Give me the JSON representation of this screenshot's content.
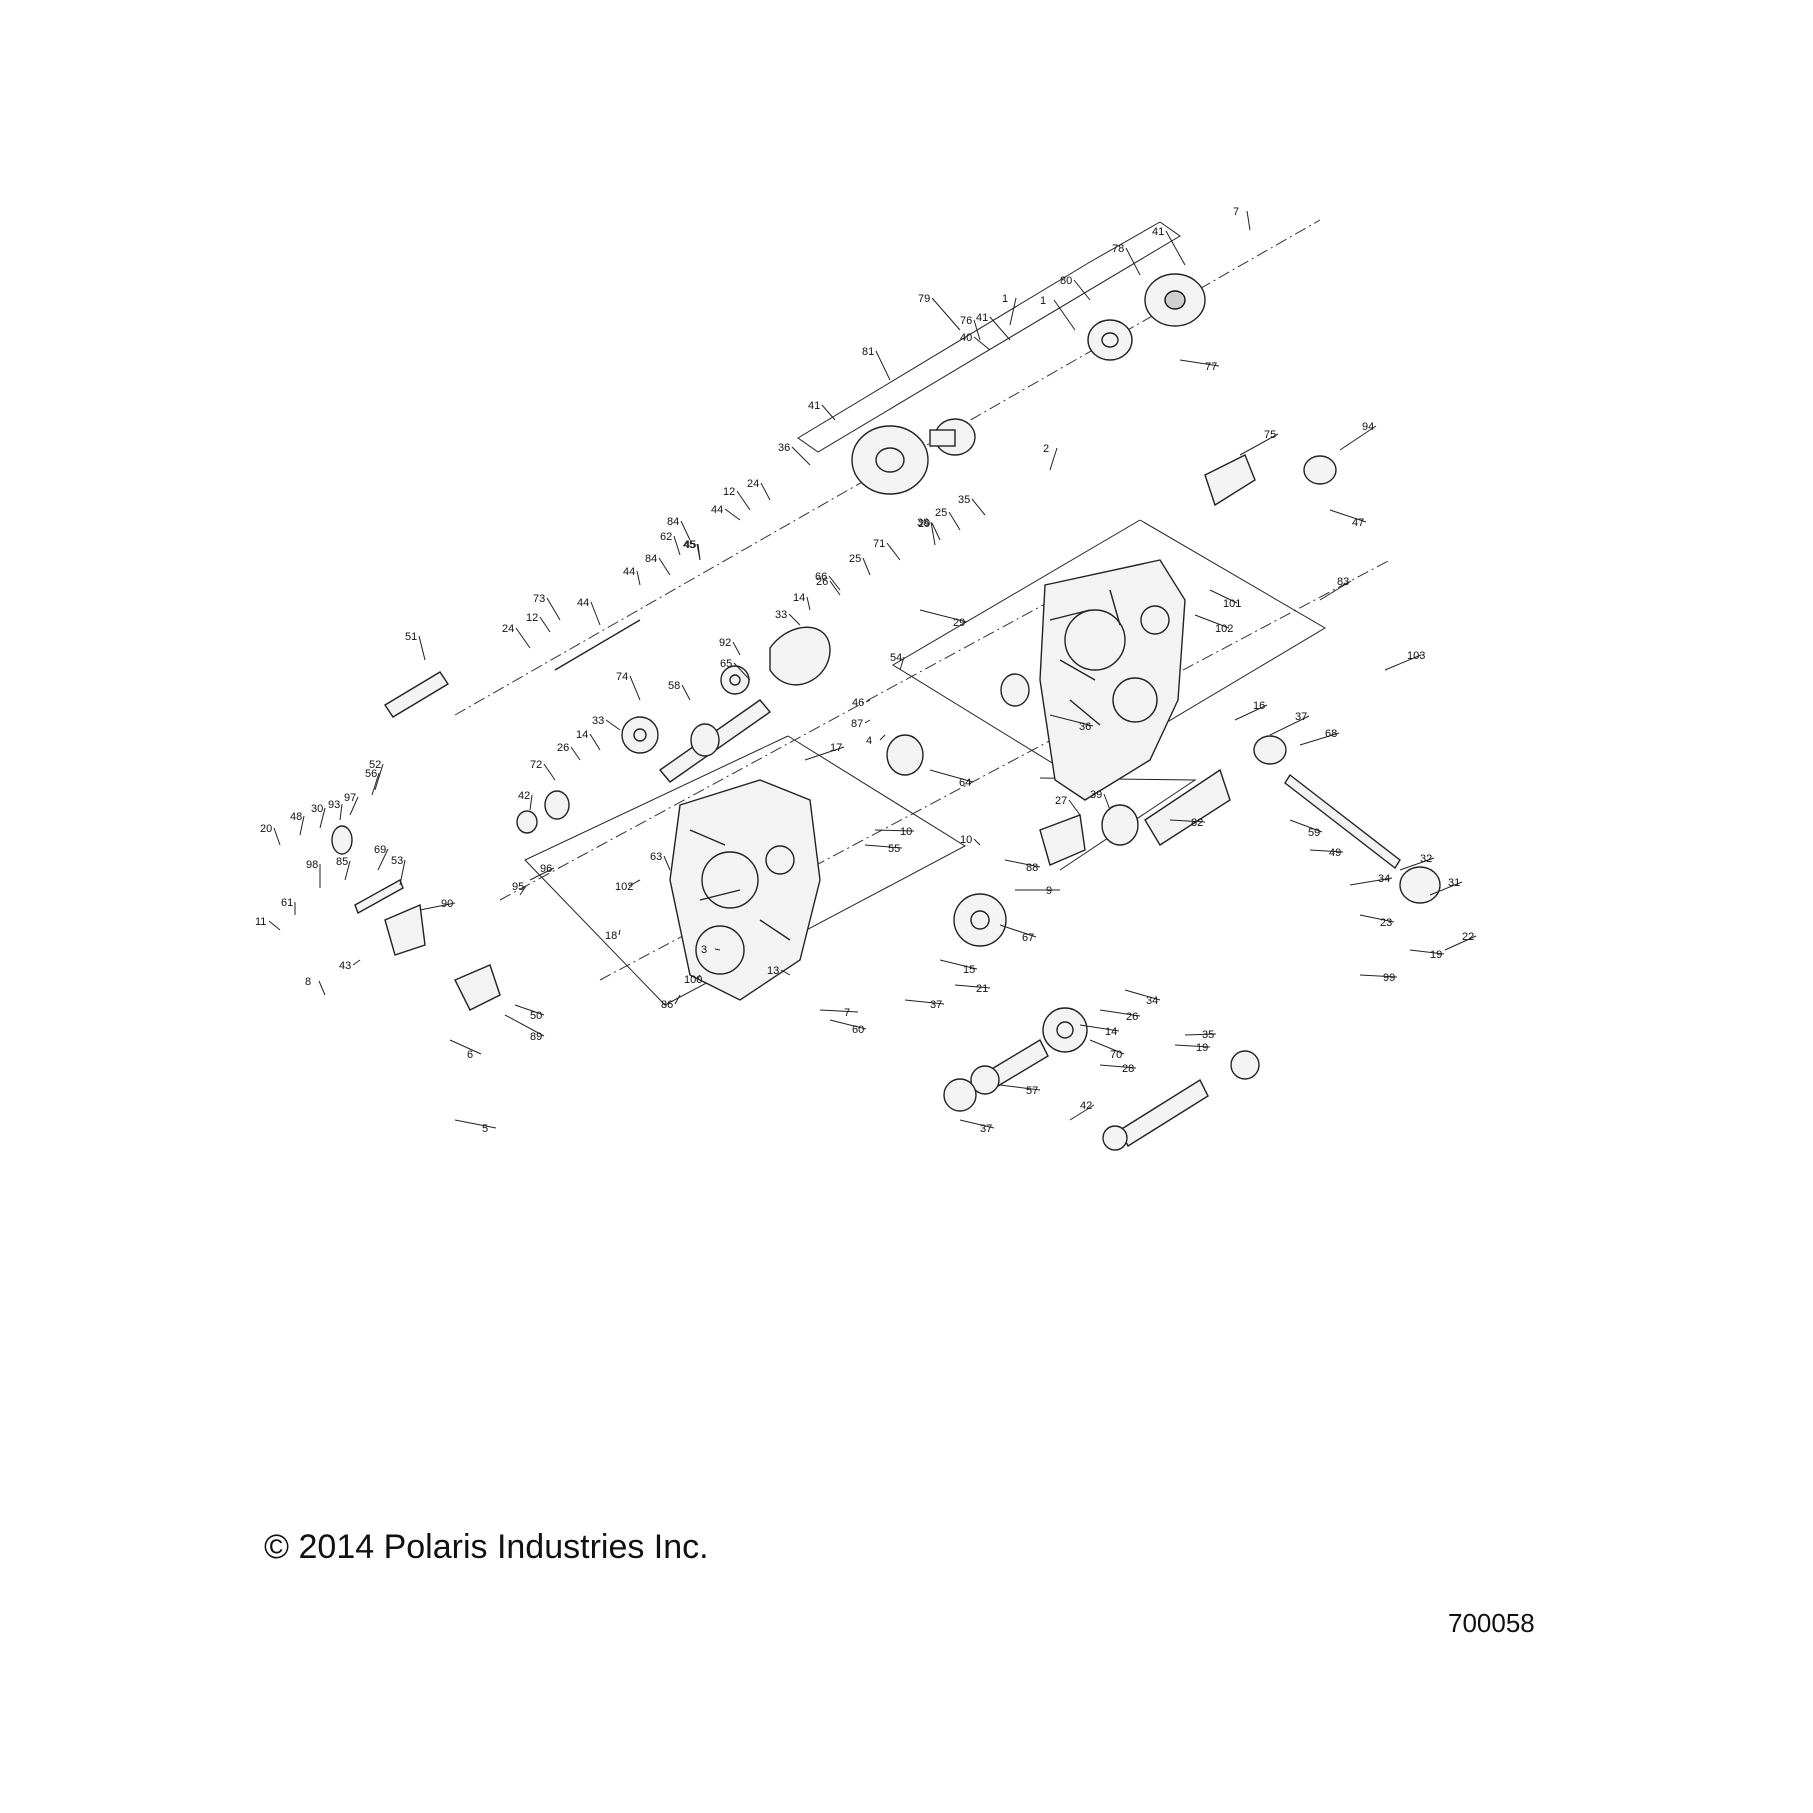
{
  "footer": {
    "copyright": "© 2014 Polaris Industries Inc.",
    "diagram_number": "700058"
  },
  "callouts": [
    "7",
    "41",
    "78",
    "80",
    "1",
    "41",
    "76",
    "40",
    "77",
    "1",
    "79",
    "81",
    "41",
    "36",
    "24",
    "12",
    "44",
    "84",
    "62",
    "45",
    "45",
    "84",
    "44",
    "44",
    "12",
    "24",
    "73",
    "51",
    "35",
    "25",
    "29",
    "29",
    "38",
    "71",
    "25",
    "66",
    "26",
    "14",
    "33",
    "92",
    "65",
    "58",
    "74",
    "33",
    "14",
    "26",
    "72",
    "42",
    "54",
    "46",
    "87",
    "4",
    "64",
    "2",
    "75",
    "94",
    "47",
    "101",
    "102",
    "83",
    "36",
    "103",
    "16",
    "37",
    "68",
    "39",
    "27",
    "82",
    "59",
    "49",
    "34",
    "32",
    "23",
    "31",
    "19",
    "99",
    "22",
    "17",
    "10",
    "55",
    "63",
    "102",
    "18",
    "3",
    "100",
    "86",
    "10",
    "88",
    "9",
    "67",
    "13",
    "15",
    "21",
    "37",
    "7",
    "60",
    "34",
    "26",
    "14",
    "70",
    "35",
    "19",
    "28",
    "57",
    "37",
    "42",
    "52",
    "56",
    "97",
    "93",
    "30",
    "48",
    "20",
    "53",
    "69",
    "85",
    "98",
    "61",
    "11",
    "43",
    "90",
    "96",
    "95",
    "50",
    "89",
    "6",
    "8",
    "5"
  ]
}
